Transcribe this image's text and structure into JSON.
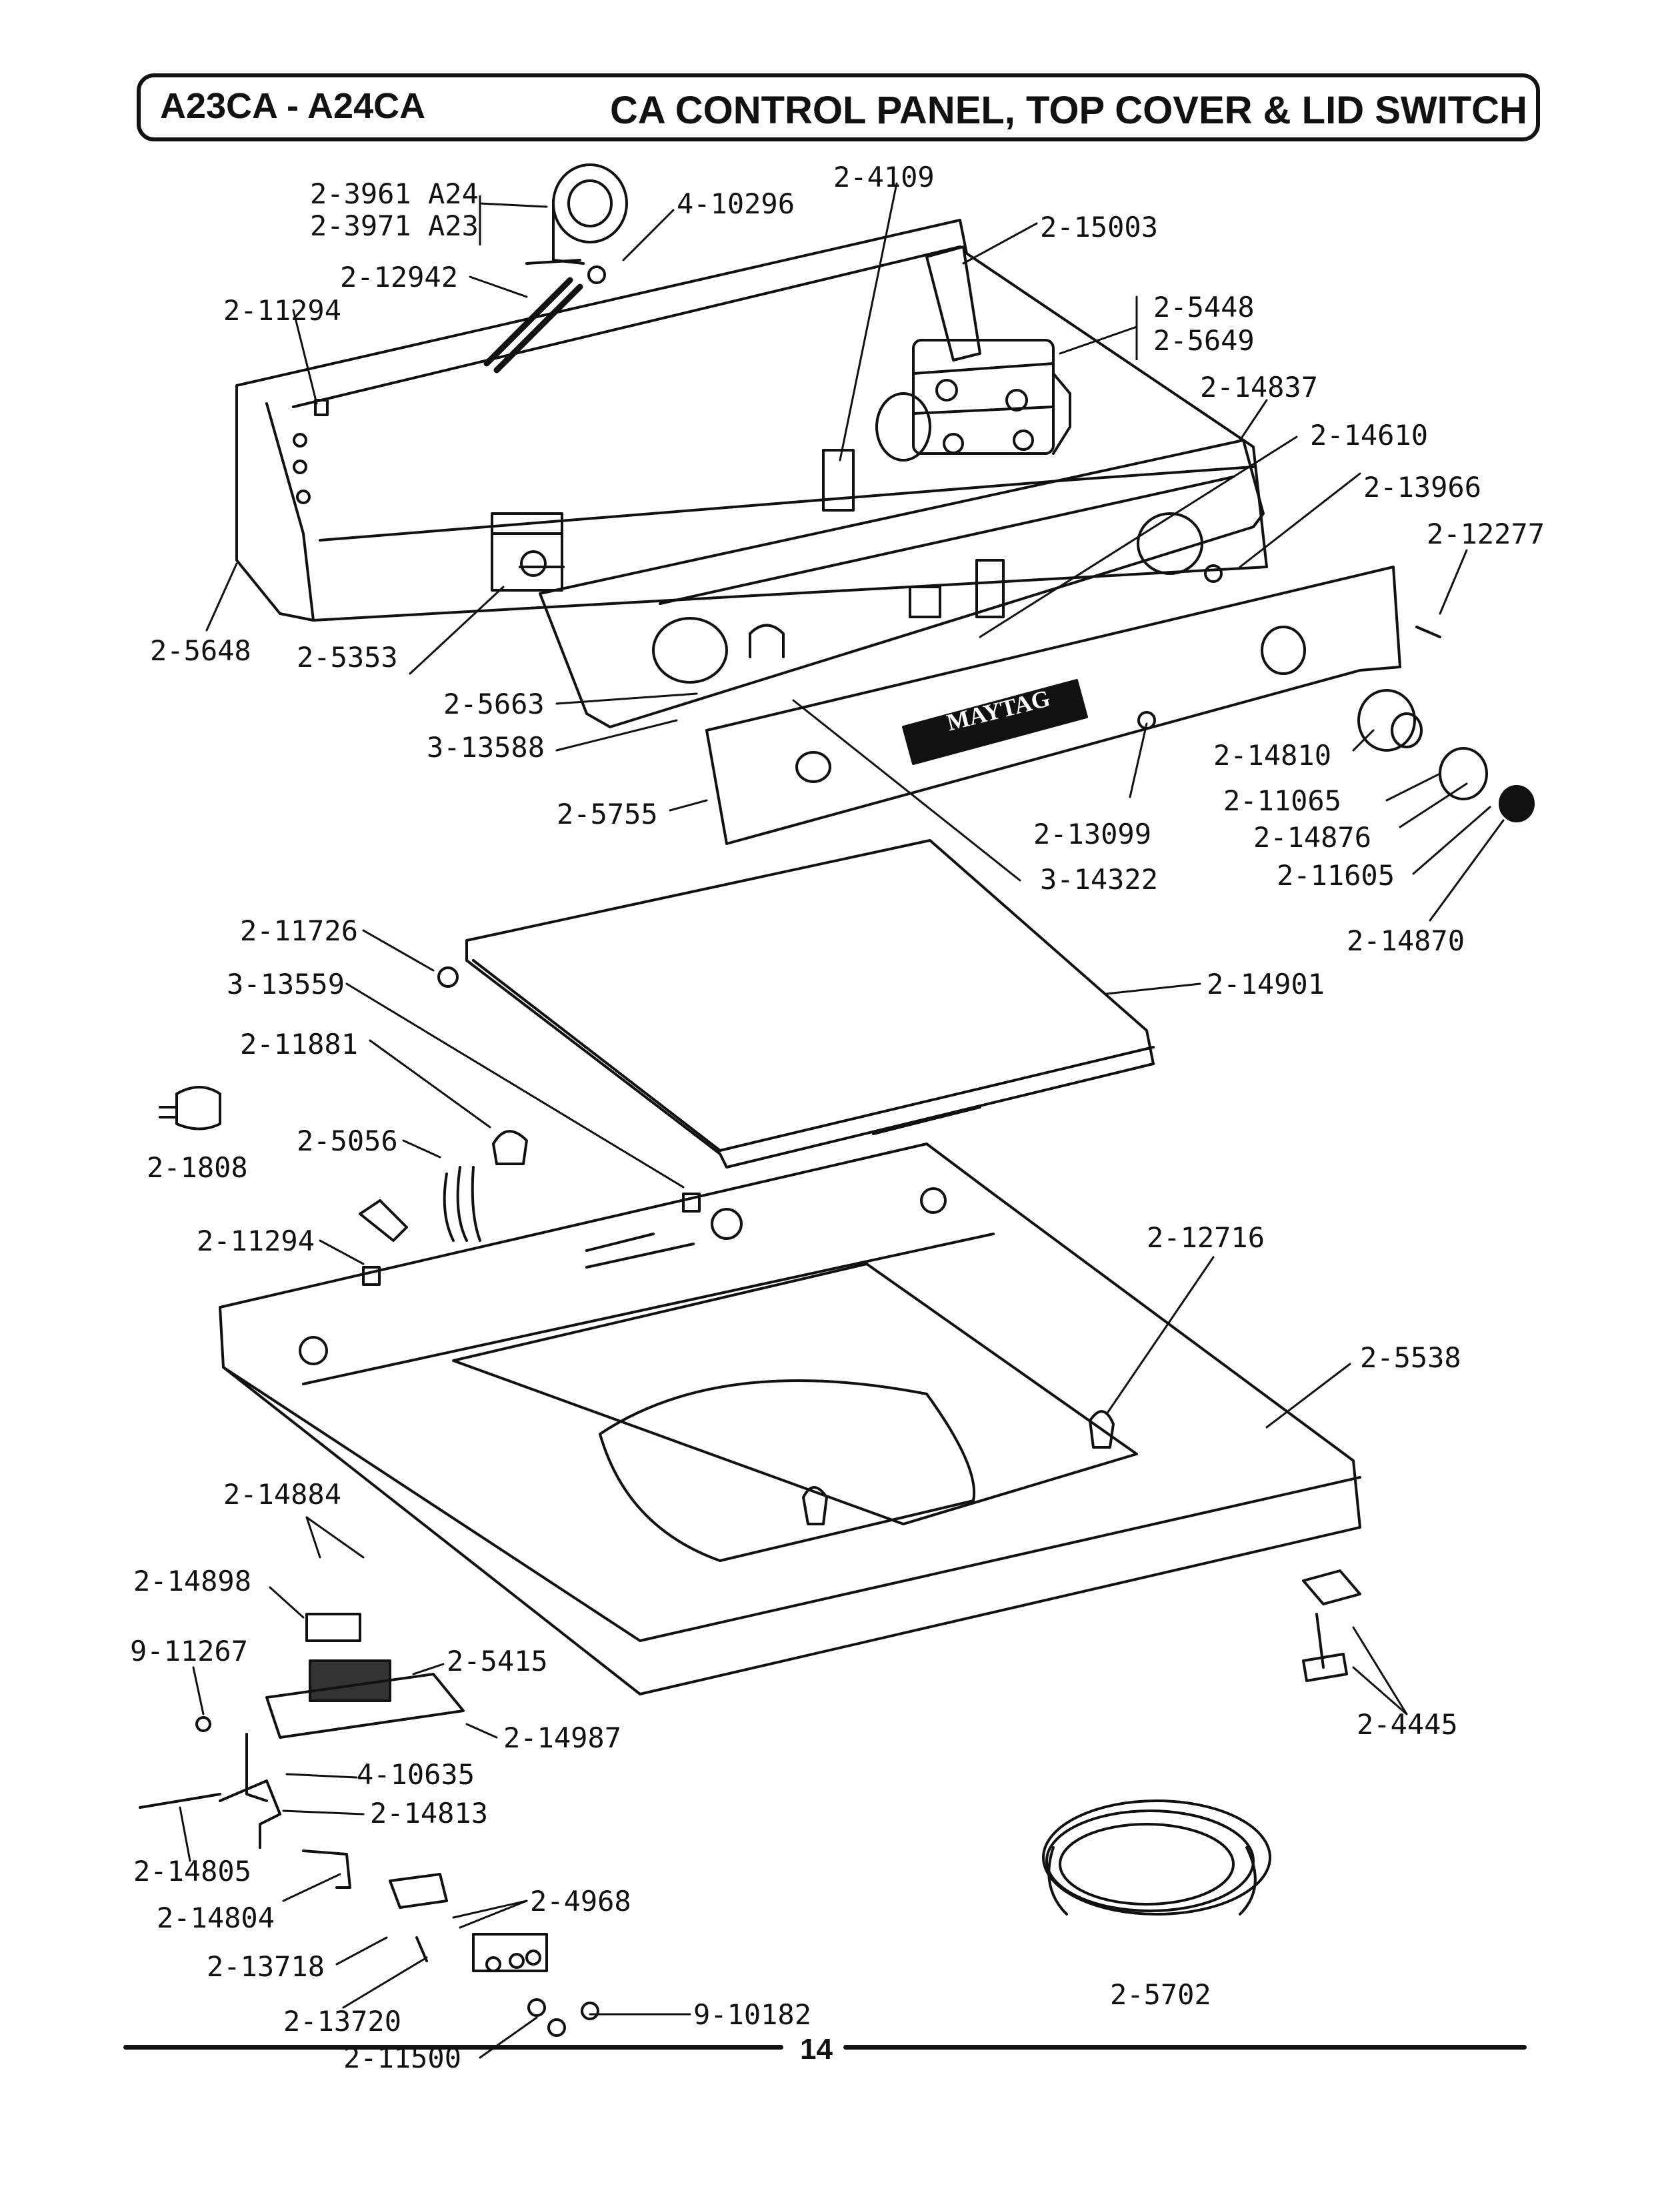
{
  "header": {
    "model": "A23CA - A24CA",
    "section_title": "CA CONTROL PANEL, TOP COVER & LID SWITCH"
  },
  "brand": "MAYTAG",
  "page_number": "14",
  "parts": [
    {
      "id": "2-3961 A24"
    },
    {
      "id": "2-3971 A23"
    },
    {
      "id": "4-10296"
    },
    {
      "id": "2-4109"
    },
    {
      "id": "2-15003"
    },
    {
      "id": "2-12942"
    },
    {
      "id": "2-11294"
    },
    {
      "id": "2-5448"
    },
    {
      "id": "2-5649"
    },
    {
      "id": "2-14837"
    },
    {
      "id": "2-14610"
    },
    {
      "id": "2-13966"
    },
    {
      "id": "2-12277"
    },
    {
      "id": "2-5648"
    },
    {
      "id": "2-5353"
    },
    {
      "id": "2-5663"
    },
    {
      "id": "3-13588"
    },
    {
      "id": "2-14810"
    },
    {
      "id": "2-11065"
    },
    {
      "id": "2-14876"
    },
    {
      "id": "2-11605"
    },
    {
      "id": "2-5755"
    },
    {
      "id": "2-13099"
    },
    {
      "id": "3-14322"
    },
    {
      "id": "2-14870"
    },
    {
      "id": "2-11726"
    },
    {
      "id": "3-13559"
    },
    {
      "id": "2-14901"
    },
    {
      "id": "2-11881"
    },
    {
      "id": "2-1808"
    },
    {
      "id": "2-5056"
    },
    {
      "id": "2-11294"
    },
    {
      "id": "2-12716"
    },
    {
      "id": "2-5538"
    },
    {
      "id": "2-14884"
    },
    {
      "id": "2-14898"
    },
    {
      "id": "9-11267"
    },
    {
      "id": "2-5415"
    },
    {
      "id": "2-14987"
    },
    {
      "id": "4-10635"
    },
    {
      "id": "2-14813"
    },
    {
      "id": "2-14805"
    },
    {
      "id": "2-14804"
    },
    {
      "id": "2-4968"
    },
    {
      "id": "2-13718"
    },
    {
      "id": "2-13720"
    },
    {
      "id": "9-10182"
    },
    {
      "id": "2-11500"
    },
    {
      "id": "2-4445"
    },
    {
      "id": "2-5702"
    }
  ]
}
